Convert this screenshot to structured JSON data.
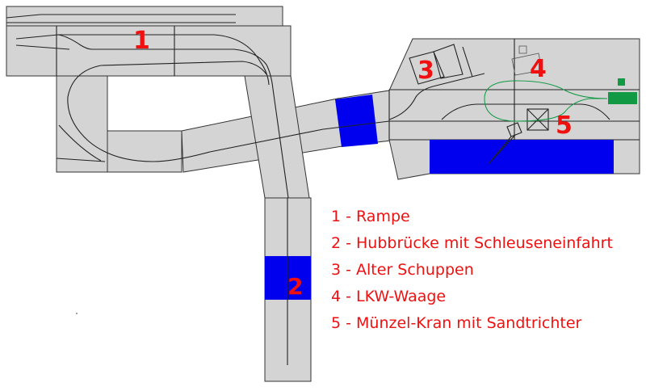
{
  "markers": {
    "m1": "1",
    "m2": "2",
    "m3": "3",
    "m4": "4",
    "m5": "5"
  },
  "legend": [
    "1 - Rampe",
    "2 - Hubbrücke mit Schleuseneinfahrt",
    "3 - Alter Schuppen",
    "4 - LKW-Waage",
    "5 - Münzel-Kran mit Sandtrichter"
  ],
  "colors": {
    "plate": "#d4d4d4",
    "bridge": "#0000ee",
    "label": "#ee1111",
    "green": "#119944"
  }
}
